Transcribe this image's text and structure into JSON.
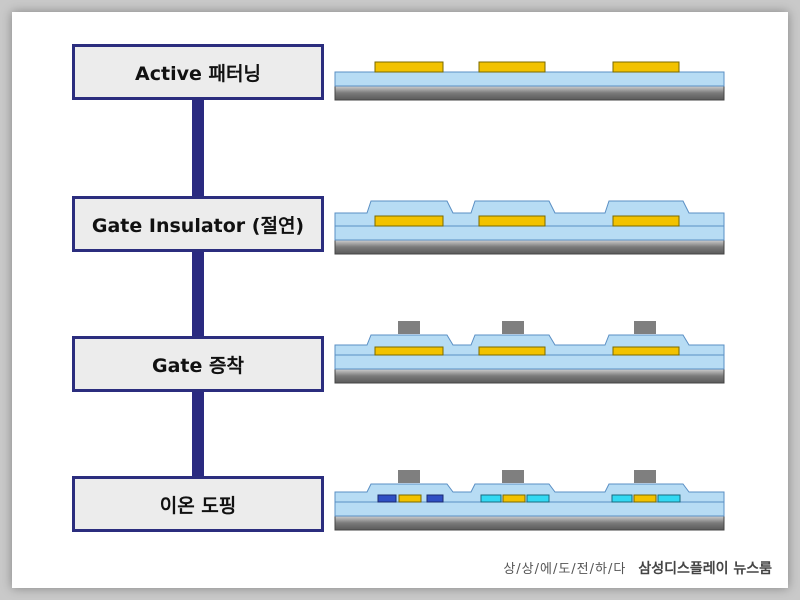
{
  "steps": [
    {
      "label": "Active 패터닝"
    },
    {
      "label": "Gate Insulator (절연)"
    },
    {
      "label": "Gate 증착"
    },
    {
      "label": "이온 도핑"
    }
  ],
  "footer": {
    "slogan": "상/상/에/도/전/하/다",
    "brand": "삼성디스플레이 뉴스룸"
  },
  "colors": {
    "frame_border": "#2b2d7e",
    "connector": "#2a2a80",
    "box_fill": "#ececec",
    "layer_blue": "#b7dcf4",
    "layer_outline": "#5a8fc4",
    "substrate": "#808080",
    "active_gold": "#f2c200",
    "gate_gray": "#7f7f7f",
    "doped_dark_blue": "#2f4fc4",
    "doped_cyan": "#33d9f2"
  }
}
